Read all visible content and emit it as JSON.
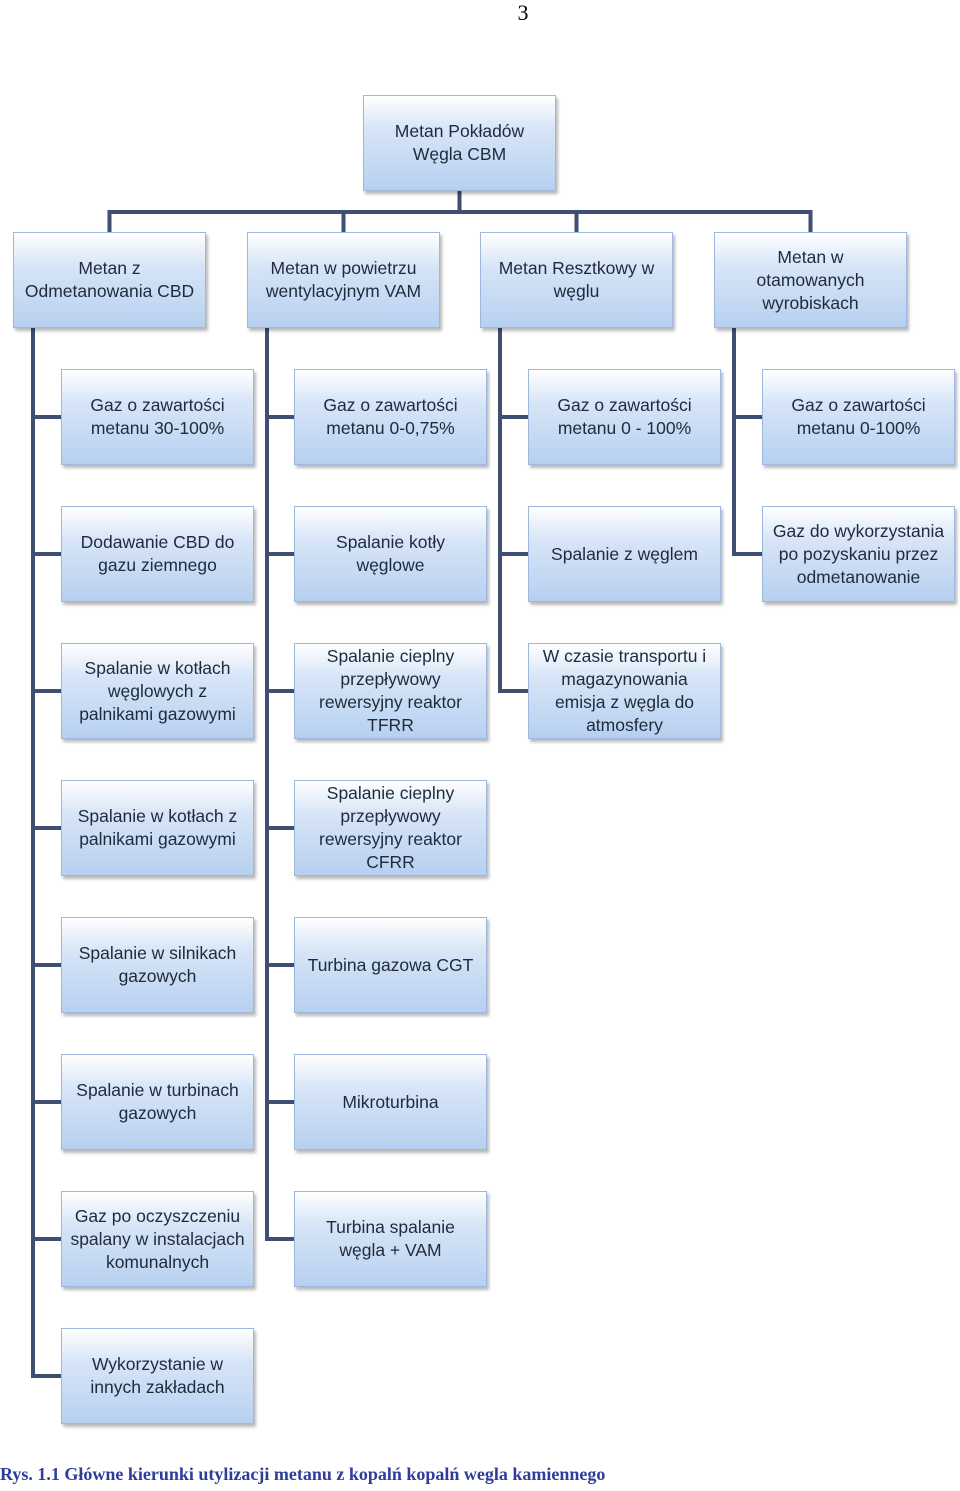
{
  "page_number": "3",
  "root": "Metan Pokładów\nWęgla CBM",
  "categories": [
    "Metan z\nOdmetanowania CBD",
    "Metan w powietrzu\nwentylacyjnym VAM",
    "Metan Resztkowy w\nwęglu",
    "Metan w\notamowanych\nwyrobiskach"
  ],
  "columns": [
    [
      "Gaz o zawartości\nmetanu 30-100%",
      "Dodawanie CBD do\ngazu ziemnego",
      "Spalanie w kotłach\nwęglowych z\npalnikami gazowymi",
      "Spalanie w kotłach z\npalnikami gazowymi",
      "Spalanie w silnikach\ngazowych",
      "Spalanie w turbinach\ngazowych",
      "Gaz po oczyszczeniu\nspalany w instalacjach\nkomunalnych",
      "Wykorzystanie w\ninnych zakładach"
    ],
    [
      "Gaz o zawartości\nmetanu 0-0,75%",
      "Spalanie kotły\nwęglowe",
      "Spalanie cieplny\nprzepływowy\nrewersyjny reaktor\nTFRR",
      "Spalanie cieplny\nprzepływowy\nrewersyjny reaktor\nCFRR",
      "Turbina gazowa CGT",
      "Mikroturbina",
      "Turbina spalanie\nwęgla + VAM"
    ],
    [
      "Gaz o zawartości\nmetanu 0 - 100%",
      "Spalanie z węglem",
      "W czasie transportu i\nmagazynowania\nemisja z węgla do\natmosfery"
    ],
    [
      "Gaz o zawartości\nmetanu 0-100%",
      "Gaz do wykorzystania\npo pozyskaniu przez\nodmetanowanie"
    ]
  ],
  "caption": "Rys. 1.1 Główne kierunki utylizacji metanu z kopalń kopalń wegla kamiennego",
  "colors": {
    "connector": "#3f4f73",
    "caption": "#2e3d9c",
    "box_border": "#9db8dc"
  }
}
